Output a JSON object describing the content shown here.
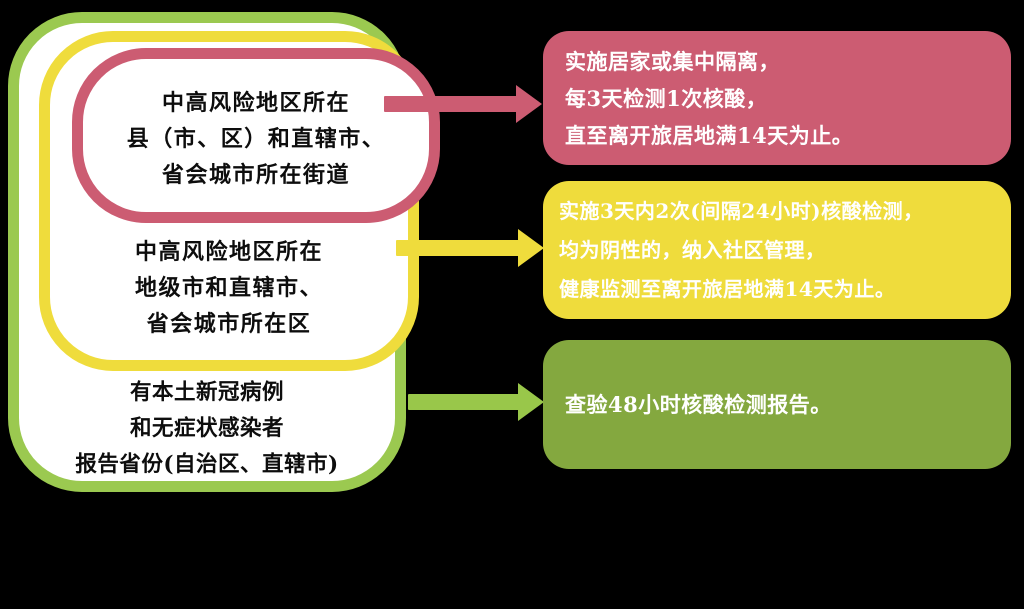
{
  "diagram": {
    "type": "nested-category-to-action-flow",
    "background_color": "#000000",
    "left_stack": {
      "name": "risk-area-categories",
      "levels": [
        {
          "id": "pink",
          "color": "#CC5C72",
          "label": "中高风险地区所在\n县（市、区）和直辖市、\n省会城市所在街道"
        },
        {
          "id": "yellow",
          "color": "#EFDC3C",
          "label": "中高风险地区所在\n地级市和直辖市、\n省会城市所在区"
        },
        {
          "id": "green",
          "color": "#9BC950",
          "label": "有本土新冠病例\n和无症状感染者\n报告省份(自治区、直辖市)"
        }
      ]
    },
    "connectors": [
      {
        "id": "pink",
        "icon": "arrow-right-icon",
        "color": "#CC5C72"
      },
      {
        "id": "yellow",
        "icon": "arrow-right-icon",
        "color": "#EFDC3C"
      },
      {
        "id": "green",
        "icon": "arrow-right-icon",
        "color": "#99C74A"
      }
    ],
    "right_panels": [
      {
        "id": "pink",
        "fill": "#CC5C72",
        "text_color": "#FFFFFF",
        "text": "实施居家或集中隔离，\n每3天检测1次核酸，\n直至离开旅居地满14天为止。"
      },
      {
        "id": "yellow",
        "fill": "#EFDC3C",
        "text_color": "#FFFFFF",
        "text": "实施3天内2次(间隔24小时)核酸检测，\n均为阴性的，纳入社区管理，\n健康监测至离开旅居地满14天为止。"
      },
      {
        "id": "green",
        "fill": "#84A83F",
        "text_color": "#FFFFFF",
        "text": "查验48小时核酸检测报告。"
      }
    ]
  }
}
